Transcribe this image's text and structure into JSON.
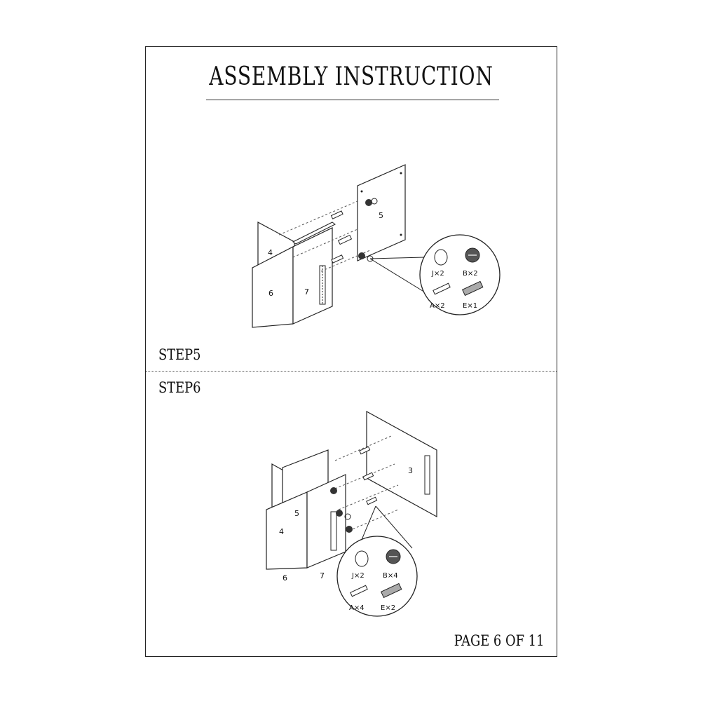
{
  "header": {
    "title": "ASSEMBLY INSTRUCTION"
  },
  "step5": {
    "label": "STEP5",
    "panels": [
      "4",
      "5",
      "6",
      "7"
    ],
    "parts": [
      {
        "code": "J",
        "qty": "J×2"
      },
      {
        "code": "B",
        "qty": "B×2"
      },
      {
        "code": "A",
        "qty": "A×2"
      },
      {
        "code": "E",
        "qty": "E×1"
      }
    ]
  },
  "step6": {
    "label": "STEP6",
    "panels": [
      "3",
      "4",
      "5",
      "6",
      "7"
    ],
    "parts": [
      {
        "code": "J",
        "qty": "J×2"
      },
      {
        "code": "B",
        "qty": "B×4"
      },
      {
        "code": "A",
        "qty": "A×4"
      },
      {
        "code": "E",
        "qty": "E×2"
      }
    ]
  },
  "footer": {
    "page": "PAGE 6 OF 11"
  }
}
